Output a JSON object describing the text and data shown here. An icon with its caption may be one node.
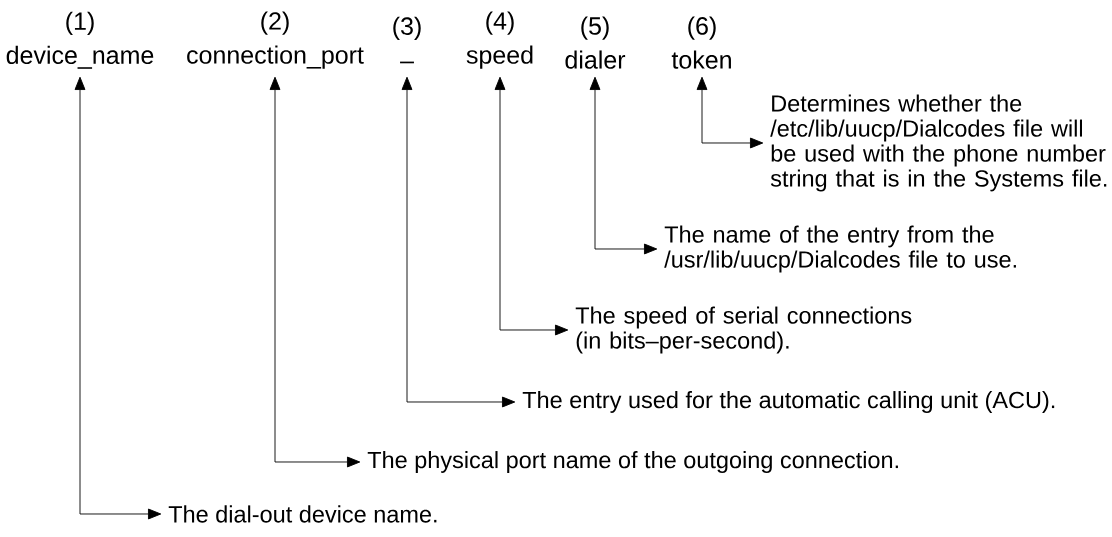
{
  "diagram": {
    "nodes": [
      {
        "text": [
          "(1)",
          "device_name"
        ]
      },
      {
        "text": [
          "(2)",
          "connection_port"
        ]
      },
      {
        "text": [
          "(3)",
          "–"
        ]
      },
      {
        "text": [
          "(4)",
          "speed"
        ]
      },
      {
        "text": [
          "(5)",
          "dialer"
        ]
      },
      {
        "text": [
          "(6)",
          "token"
        ]
      },
      {
        "text": [
          "Determines whether the /etc/lib/uucp/Dialcodes file will be used with the phone number string that is in the Systems file."
        ]
      },
      {
        "text": [
          "The name of the entry from the /usr/lib/uucp/Dialcodes file to use."
        ]
      },
      {
        "text": [
          "The speed of serial connections (in bits–per-second)."
        ]
      },
      {
        "text": [
          "The entry used for the automatic calling unit (ACU)."
        ]
      },
      {
        "text": [
          "The physical port name of the outgoing connection."
        ]
      },
      {
        "text": [
          "The dial-out device name."
        ]
      }
    ],
    "edges": [
      {
        "from": 0,
        "to": 11,
        "arrow": "both"
      },
      {
        "from": 1,
        "to": 10,
        "arrow": "both"
      },
      {
        "from": 2,
        "to": 9,
        "arrow": "both"
      },
      {
        "from": 3,
        "to": 8,
        "arrow": "both"
      },
      {
        "from": 4,
        "to": 7,
        "arrow": "both"
      },
      {
        "from": 5,
        "to": 6,
        "arrow": "both"
      }
    ]
  }
}
